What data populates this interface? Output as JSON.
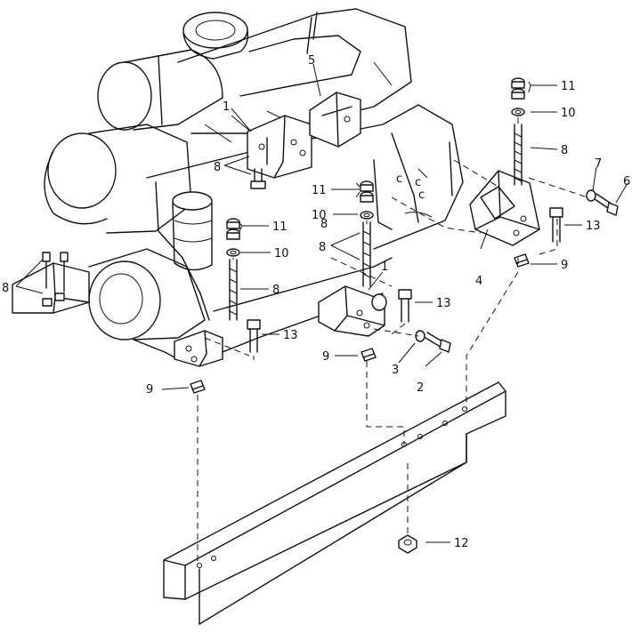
{
  "callouts": [
    {
      "id": "c1a",
      "label": "1"
    },
    {
      "id": "c5",
      "label": "5"
    },
    {
      "id": "c8a",
      "label": "8"
    },
    {
      "id": "c11a",
      "label": "11"
    },
    {
      "id": "c10a",
      "label": "10"
    },
    {
      "id": "c8b",
      "label": "8"
    },
    {
      "id": "c7",
      "label": "7"
    },
    {
      "id": "c6",
      "label": "6"
    },
    {
      "id": "c11b",
      "label": "11"
    },
    {
      "id": "c10b",
      "label": "10"
    },
    {
      "id": "c13a",
      "label": "13"
    },
    {
      "id": "c8c",
      "label": "8"
    },
    {
      "id": "c11c",
      "label": "11"
    },
    {
      "id": "c10c",
      "label": "10"
    },
    {
      "id": "c8d",
      "label": "8"
    },
    {
      "id": "c4",
      "label": "4"
    },
    {
      "id": "c9a",
      "label": "9"
    },
    {
      "id": "c8e",
      "label": "8"
    },
    {
      "id": "c1b",
      "label": "1"
    },
    {
      "id": "c13b",
      "label": "13"
    },
    {
      "id": "c8f",
      "label": "8"
    },
    {
      "id": "c13c",
      "label": "13"
    },
    {
      "id": "c9b",
      "label": "9"
    },
    {
      "id": "c3",
      "label": "3"
    },
    {
      "id": "c2",
      "label": "2"
    },
    {
      "id": "c9c",
      "label": "9"
    },
    {
      "id": "c12",
      "label": "12"
    }
  ]
}
